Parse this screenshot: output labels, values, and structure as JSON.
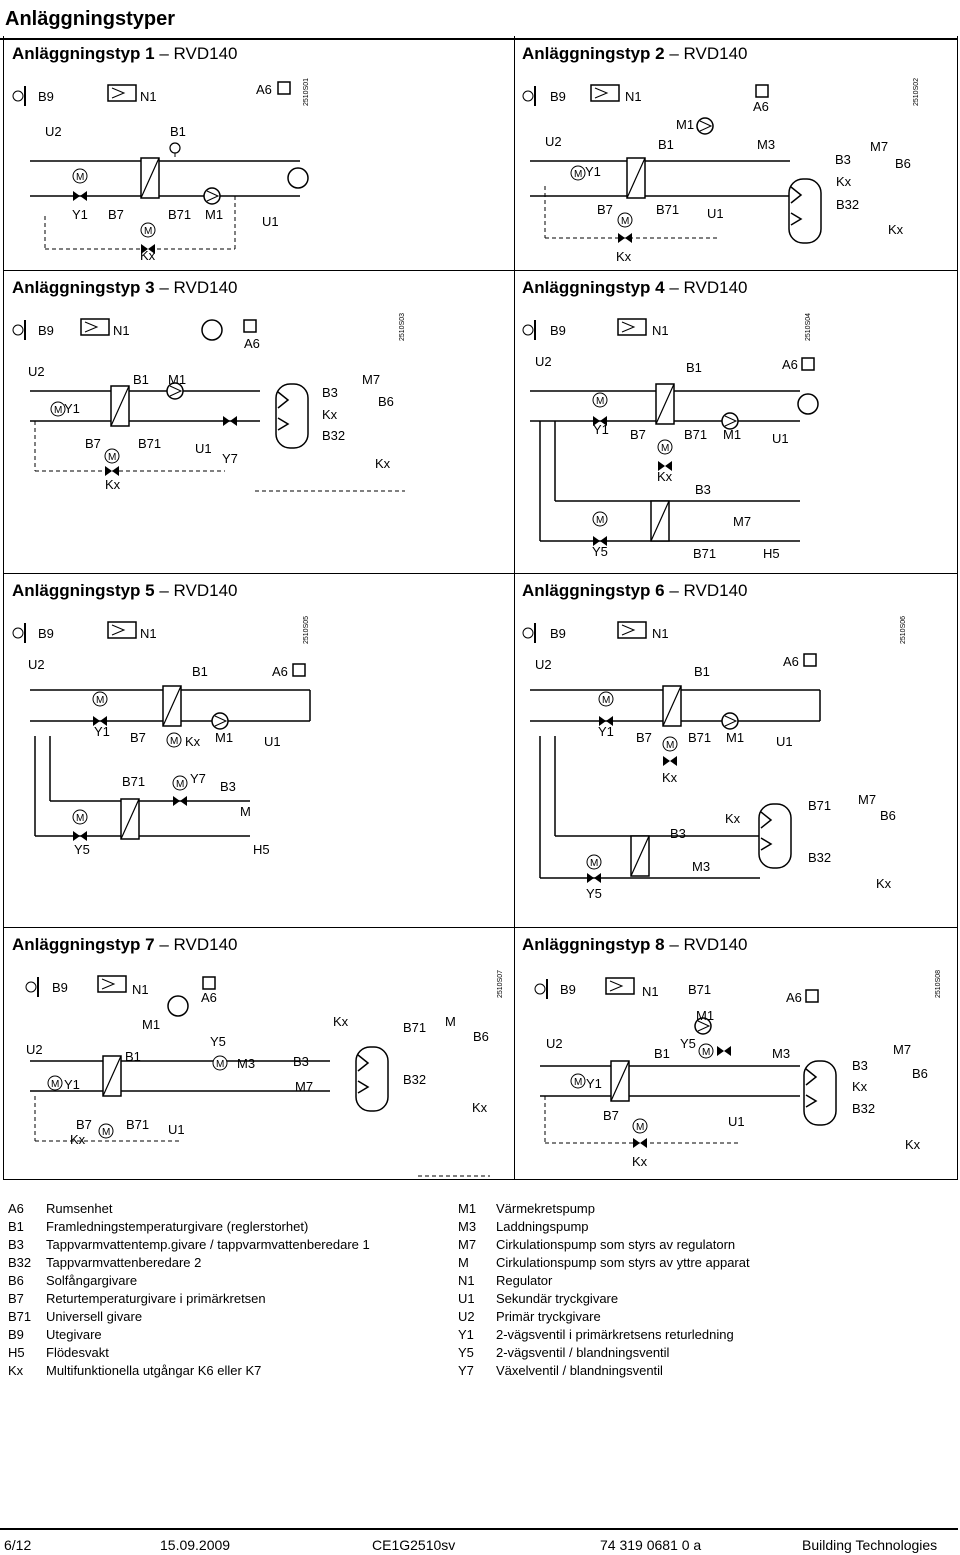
{
  "page_title": "Anläggningstyper",
  "panels": [
    {
      "title_bold": "Anläggningstyp 1",
      "title_rest": " – RVD140",
      "code": "2510S01"
    },
    {
      "title_bold": "Anläggningstyp 2",
      "title_rest": " – RVD140",
      "code": "2510S02"
    },
    {
      "title_bold": "Anläggningstyp 3",
      "title_rest": " – RVD140",
      "code": "2510S03"
    },
    {
      "title_bold": "Anläggningstyp 4",
      "title_rest": " – RVD140",
      "code": "2510S04"
    },
    {
      "title_bold": "Anläggningstyp 5",
      "title_rest": " – RVD140",
      "code": "2510S05"
    },
    {
      "title_bold": "Anläggningstyp 6",
      "title_rest": " – RVD140",
      "code": "2510S06"
    },
    {
      "title_bold": "Anläggningstyp 7",
      "title_rest": " – RVD140",
      "code": "2510S07"
    },
    {
      "title_bold": "Anläggningstyp 8",
      "title_rest": " – RVD140",
      "code": "2510S08"
    }
  ],
  "legend_left": [
    {
      "code": "A6",
      "text": "Rumsenhet"
    },
    {
      "code": "B1",
      "text": "Framledningstemperaturgivare (reglerstorhet)"
    },
    {
      "code": "B3",
      "text": "Tappvarmvattentemp.givare / tappvarmvattenberedare 1"
    },
    {
      "code": "B32",
      "text": "Tappvarmvattenberedare 2"
    },
    {
      "code": "B6",
      "text": "Solfångargivare"
    },
    {
      "code": "B7",
      "text": "Returtemperaturgivare i primärkretsen"
    },
    {
      "code": "B71",
      "text": "Universell givare"
    },
    {
      "code": "B9",
      "text": "Utegivare"
    },
    {
      "code": "H5",
      "text": "Flödesvakt"
    },
    {
      "code": "Kx",
      "text": "Multifunktionella utgångar K6 eller K7"
    }
  ],
  "legend_right": [
    {
      "code": "M1",
      "text": "Värmekretspump"
    },
    {
      "code": "M3",
      "text": "Laddningspump"
    },
    {
      "code": "M7",
      "text": "Cirkulationspump som styrs av regulatorn"
    },
    {
      "code": "M",
      "text": "Cirkulationspump som styrs av yttre apparat"
    },
    {
      "code": "N1",
      "text": "Regulator"
    },
    {
      "code": "U1",
      "text": "Sekundär tryckgivare"
    },
    {
      "code": "U2",
      "text": "Primär tryckgivare"
    },
    {
      "code": "Y1",
      "text": "2-vägsventil i primärkretsens returledning"
    },
    {
      "code": "Y5",
      "text": "2-vägsventil / blandningsventil"
    },
    {
      "code": "Y7",
      "text": "Växelventil / blandningsventil"
    }
  ],
  "footer": {
    "page": "6/12",
    "date": "15.09.2009",
    "doc": "CE1G2510sv",
    "number": "74 319 0681 0 a",
    "company": "Building Technologies"
  }
}
